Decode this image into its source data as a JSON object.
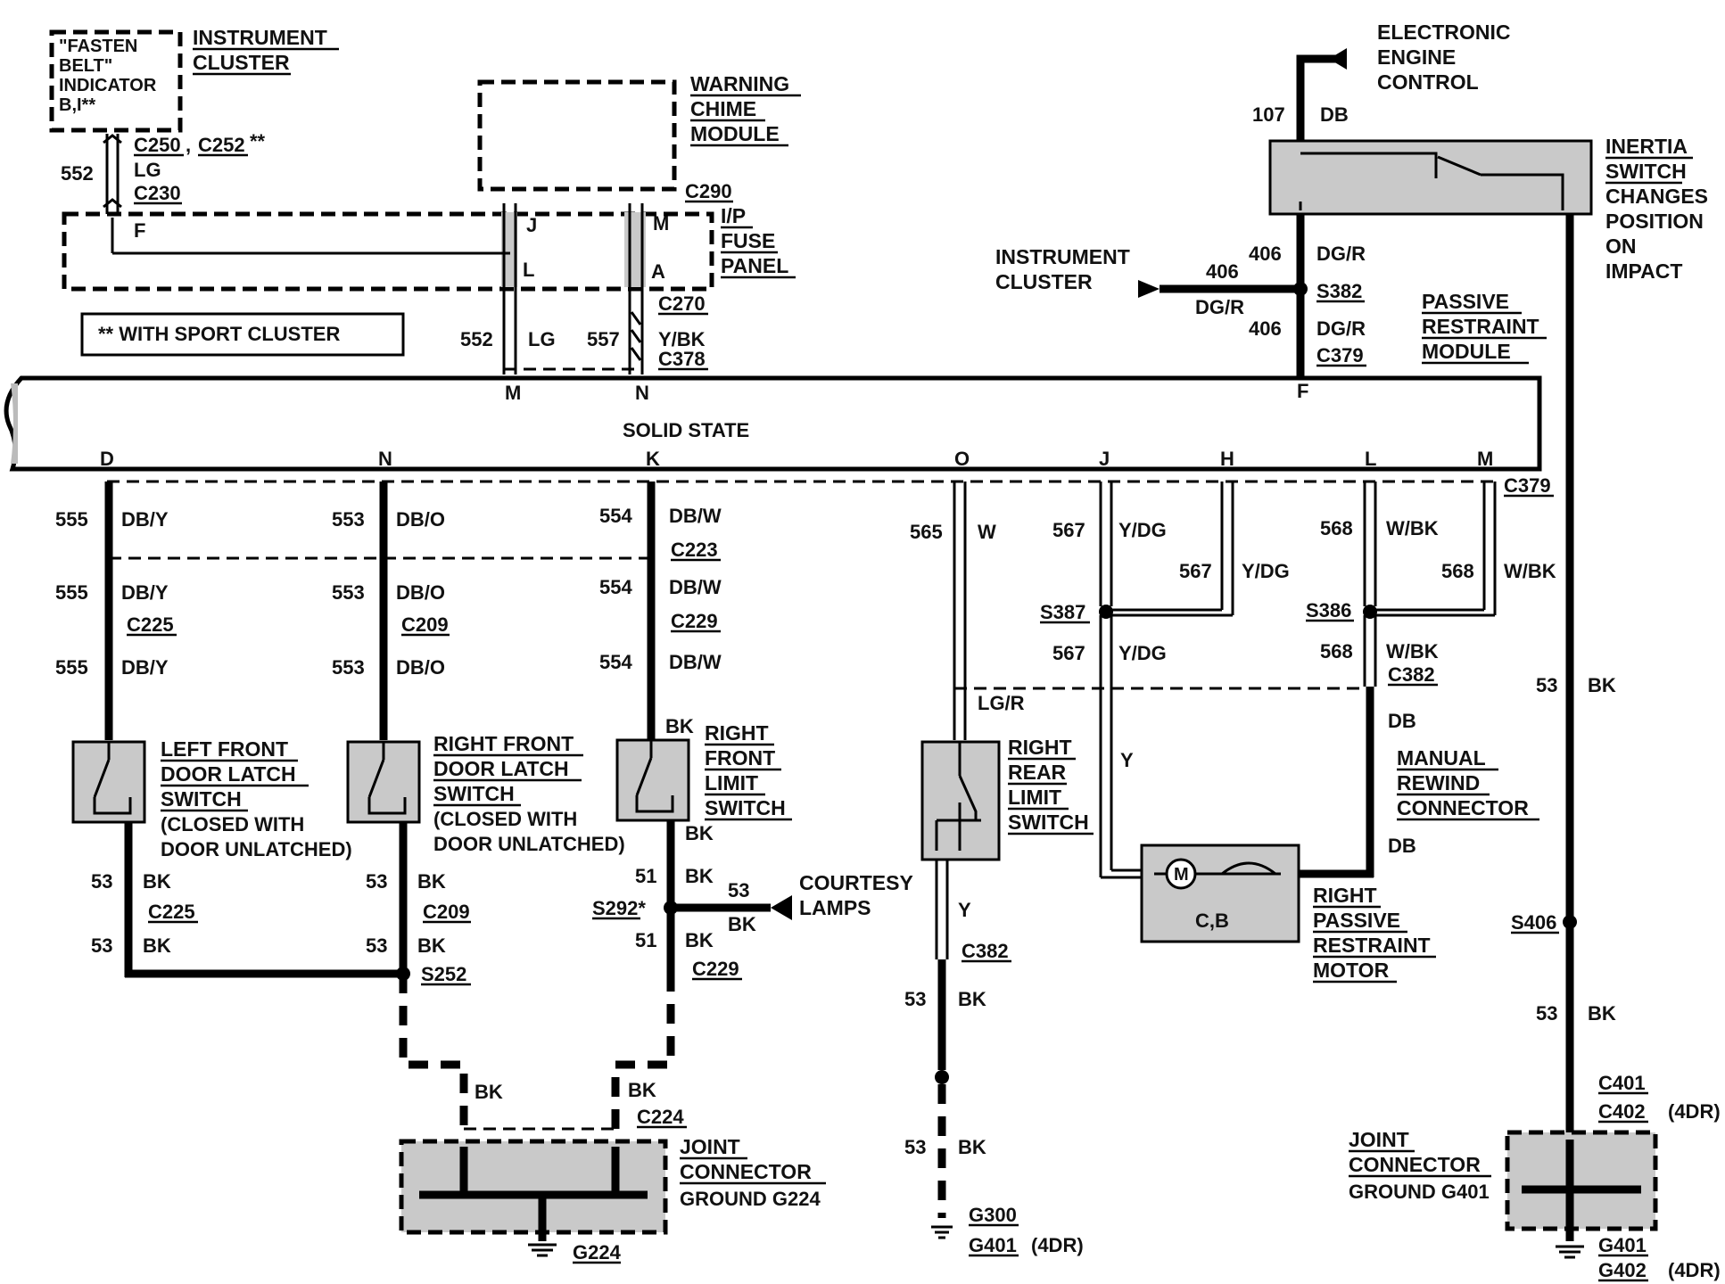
{
  "components": {
    "fasten_belt": "\"FASTEN BELT\" INDICATOR B,I**",
    "fasten_l1": "\"FASTEN",
    "fasten_l2": "BELT\"",
    "fasten_l3": "INDICATOR",
    "fasten_l4": "B,I**",
    "instrument_cluster_top": [
      "INSTRUMENT",
      "CLUSTER"
    ],
    "warning_chime": [
      "WARNING",
      "CHIME",
      "MODULE"
    ],
    "ip_fuse_panel": [
      "I/P",
      "FUSE",
      "PANEL"
    ],
    "sport_note": "** WITH SPORT CLUSTER",
    "eec": [
      "ELECTRONIC",
      "ENGINE",
      "CONTROL"
    ],
    "inertia": [
      "INERTIA",
      "SWITCH",
      "CHANGES",
      "POSITION",
      "ON",
      "IMPACT"
    ],
    "instrument_cluster_mid": [
      "INSTRUMENT",
      "CLUSTER"
    ],
    "passive_module": [
      "PASSIVE",
      "RESTRAINT",
      "MODULE"
    ],
    "solid_state": "SOLID STATE",
    "lf_door": [
      "LEFT FRONT",
      "DOOR LATCH",
      "SWITCH",
      "(CLOSED WITH",
      "DOOR UNLATCHED)"
    ],
    "rf_door": [
      "RIGHT FRONT",
      "DOOR LATCH",
      "SWITCH",
      "(CLOSED WITH",
      "DOOR UNLATCHED)"
    ],
    "rf_limit": [
      "RIGHT",
      "FRONT",
      "LIMIT",
      "SWITCH"
    ],
    "rr_limit": [
      "RIGHT",
      "REAR",
      "LIMIT",
      "SWITCH"
    ],
    "courtesy": [
      "COURTESY",
      "LAMPS"
    ],
    "manual_rewind": [
      "MANUAL",
      "REWIND",
      "CONNECTOR"
    ],
    "motor": [
      "RIGHT",
      "PASSIVE",
      "RESTRAINT",
      "MOTOR"
    ],
    "motor_cb": "C,B",
    "motor_m": "M",
    "joint_left": [
      "JOINT",
      "CONNECTOR",
      "GROUND G224"
    ],
    "joint_right": [
      "JOINT",
      "CONNECTOR",
      "GROUND G401"
    ]
  },
  "connectors": {
    "c250": "C250",
    "c252": "C252",
    "c252_mark": "**",
    "c230": "C230",
    "c290": "C290",
    "c270": "C270",
    "c378": "C378",
    "c379_top": "C379",
    "c379_right": "C379",
    "c223": "C223",
    "c225a": "C225",
    "c209a": "C209",
    "c229a": "C229",
    "c225b": "C225",
    "c209b": "C209",
    "c229b": "C229",
    "c382a": "C382",
    "c382b": "C382",
    "c224": "C224",
    "c401": "C401",
    "c402": "C402",
    "s382": "S382",
    "s387": "S387",
    "s386": "S386",
    "s406": "S406",
    "s252": "S252",
    "s292": "S292*",
    "g224": "G224",
    "g300": "G300",
    "g401a": "G401",
    "g401b": "G401",
    "g402": "G402",
    "fourdr1": "(4DR)",
    "fourdr2": "(4DR)",
    "fourdr3": "(4DR)"
  },
  "pins": {
    "f": "F",
    "j": "J",
    "l": "L",
    "m": "M",
    "a": "A",
    "ss_m": "M",
    "ss_n": "N",
    "ss_f": "F",
    "d": "D",
    "n": "N",
    "k": "K",
    "o": "O",
    "j2": "J",
    "h": "H",
    "l2": "L",
    "m2": "M"
  },
  "wires": {
    "w552a": "552",
    "lg_a": "LG",
    "w552b": "552",
    "lg_b": "LG",
    "w557": "557",
    "ybk": "Y/BK",
    "w107": "107",
    "db_top": "DB",
    "w406a": "406",
    "dgr_a": "DG/R",
    "w406b": "406",
    "dgr_b": "DG/R",
    "w406c": "406",
    "dgr_c": "DG/R",
    "w555a": "555",
    "dby_a": "DB/Y",
    "w555b": "555",
    "dby_b": "DB/Y",
    "w555c": "555",
    "dby_c": "DB/Y",
    "w553a": "553",
    "dbo_a": "DB/O",
    "w553b": "553",
    "dbo_b": "DB/O",
    "w553c": "553",
    "dbo_c": "DB/O",
    "w554a": "554",
    "dbw_a": "DB/W",
    "w554b": "554",
    "dbw_b": "DB/W",
    "w554c": "554",
    "dbw_c": "DB/W",
    "bk_rfl": "BK",
    "bk_rfl2": "BK",
    "w565": "565",
    "w_565": "W",
    "lgr": "LG/R",
    "y_rr": "Y",
    "w567a": "567",
    "ydg_a": "Y/DG",
    "w567b": "567",
    "ydg_b": "Y/DG",
    "w567c": "567",
    "ydg_c": "Y/DG",
    "w568a": "568",
    "wbk_a": "W/BK",
    "w568b": "568",
    "wbk_b": "W/BK",
    "w568c": "568",
    "wbk_c": "W/BK",
    "y_motor": "Y",
    "db_m1": "DB",
    "db_m2": "DB",
    "w53_ra": "53",
    "bk_ra": "BK",
    "w53_lf1": "53",
    "bk_lf1": "BK",
    "w53_lf2": "53",
    "bk_lf2": "BK",
    "w53_rf1": "53",
    "bk_rf1": "BK",
    "w53_rf2": "53",
    "bk_rf2": "BK",
    "w51a": "51",
    "bk_51a": "BK",
    "w51b": "51",
    "bk_51b": "BK",
    "w53_ct": "53",
    "bk_ct": "BK",
    "bk_g1": "BK",
    "bk_g2": "BK",
    "w53_rr1": "53",
    "bk_rr1": "BK",
    "w53_rr2": "53",
    "bk_rr2": "BK",
    "w53_rb": "53",
    "bk_rb": "BK"
  }
}
